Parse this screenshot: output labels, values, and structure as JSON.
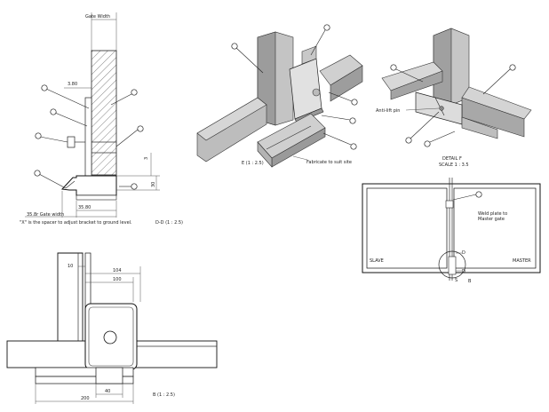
{
  "section_dd": {
    "gate_width_label": "Gate Width",
    "dim_3_80": "3.80",
    "dim_3": "3",
    "dim_30": "30",
    "dim_35_80": "35.80",
    "gate_width_bottom": "35.8r Gate width",
    "note": "\"X\" is the spacer  to adjust bracket to ground level.",
    "title": "D-D (1 : 2.5)"
  },
  "detail_e": {
    "caption": "E (1 : 2.5)",
    "fabricate_note": "Fabricate to suit site"
  },
  "detail_f": {
    "title": "DETAIL F",
    "scale": "SCALE 1 : 3.5",
    "anti_lift_pin": "Anti-lift pin"
  },
  "gate_view": {
    "slave": "SLAVE",
    "master": "MASTER",
    "weld_plate_note": "Weld plate to\nMaster gate",
    "section_d": "D",
    "section_b": "B",
    "dim_s": "S"
  },
  "section_b": {
    "dim_10": "10",
    "dim_104": "104",
    "dim_100": "100",
    "dim_40": "40",
    "dim_200": "200",
    "title": "B (1 : 2.5)"
  },
  "colors": {
    "line": "#333333",
    "shade_light": "#d9d9d9",
    "shade_mid": "#bdbdbd",
    "shade_dark": "#8e8e8e",
    "hatch": "#555555"
  }
}
